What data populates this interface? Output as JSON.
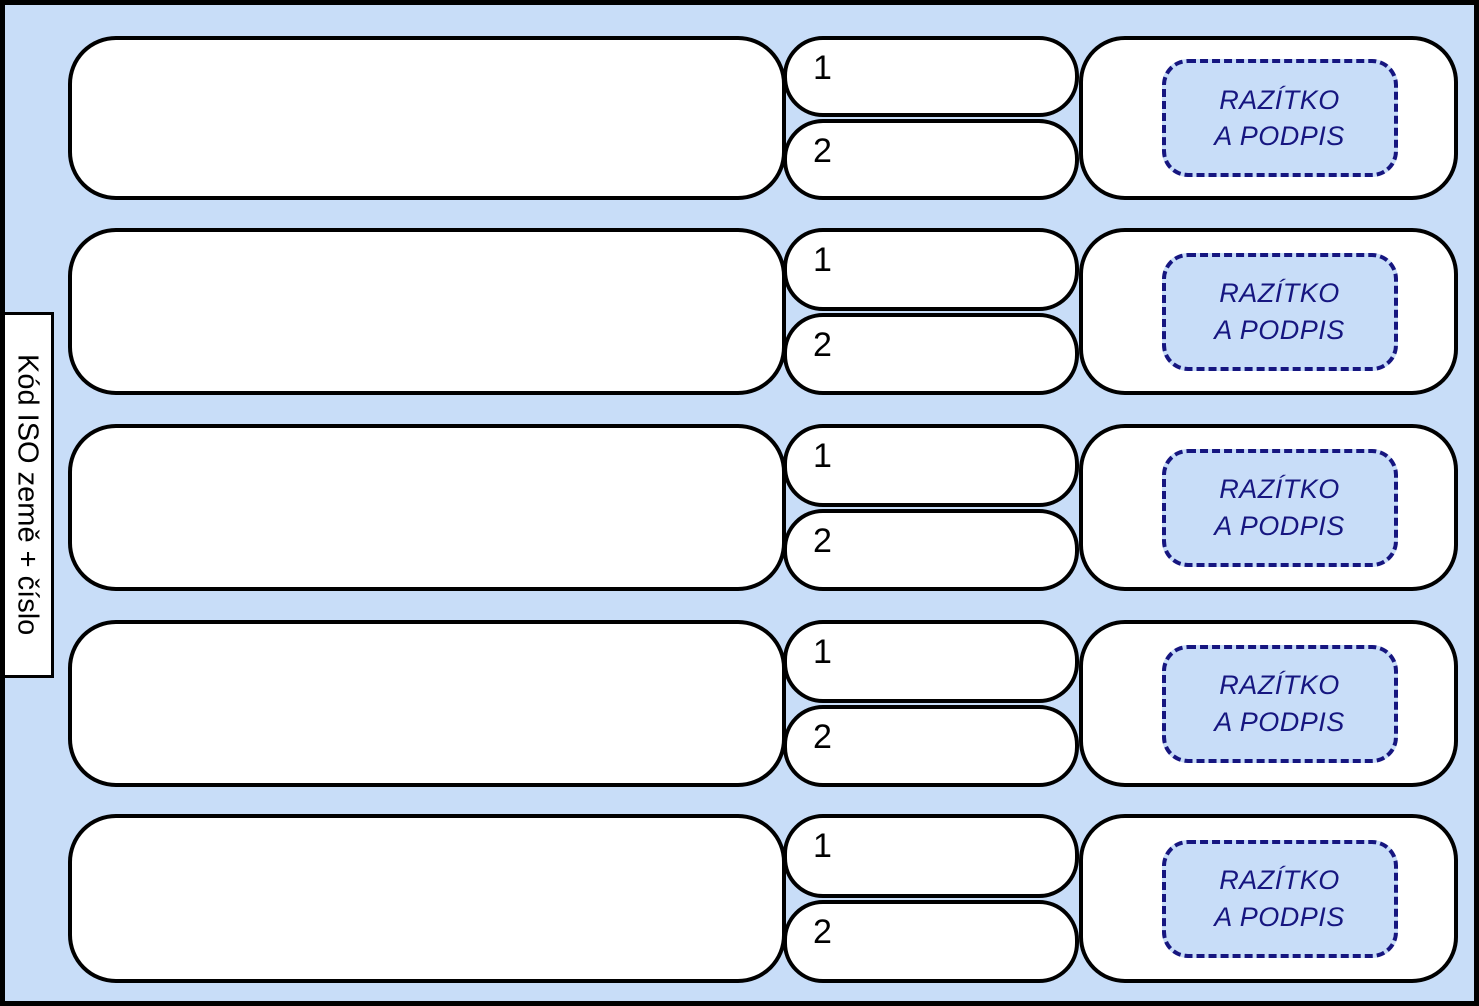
{
  "colors": {
    "background": "#c8ddf8",
    "line_black": "#000000",
    "stamp_navy": "#161680",
    "field_white": "#ffffff"
  },
  "side_label": {
    "text": "Kód ISO země + číslo"
  },
  "rows": [
    {
      "field1_label": "1",
      "field2_label": "2",
      "stamp": {
        "line1": "RAZÍTKO",
        "line2": "A PODPIS"
      }
    },
    {
      "field1_label": "1",
      "field2_label": "2",
      "stamp": {
        "line1": "RAZÍTKO",
        "line2": "A PODPIS"
      }
    },
    {
      "field1_label": "1",
      "field2_label": "2",
      "stamp": {
        "line1": "RAZÍTKO",
        "line2": "A PODPIS"
      }
    },
    {
      "field1_label": "1",
      "field2_label": "2",
      "stamp": {
        "line1": "RAZÍTKO",
        "line2": "A PODPIS"
      }
    },
    {
      "field1_label": "1",
      "field2_label": "2",
      "stamp": {
        "line1": "RAZÍTKO",
        "line2": "A PODPIS"
      }
    }
  ]
}
